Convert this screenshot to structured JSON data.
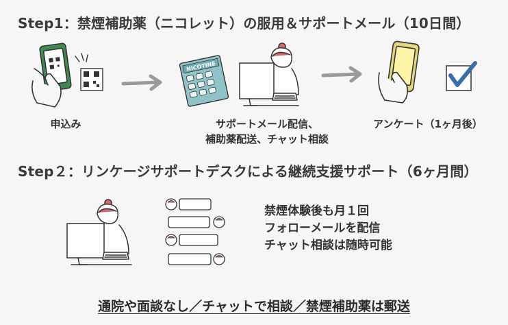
{
  "step1": {
    "heading": "Step1：禁煙補助薬（ニコレット）の服用＆サポートメール（10日間）",
    "items": [
      {
        "label": "申込み"
      },
      {
        "label_line1": "サポートメール配信、",
        "label_line2": "補助薬配送、チャット相談"
      },
      {
        "label": "アンケート（1ヶ月後）"
      }
    ],
    "box_text": "NICOTINE"
  },
  "step2": {
    "heading": "Step２：リンケージサポートデスクによる継続支援サポート（6ヶ月間）",
    "info_lines": [
      "禁煙体験後も月１回",
      "フォローメールを配信",
      "チャット相談は随時可能"
    ]
  },
  "footer": {
    "text": "通院や面談なし／チャットで相談／禁煙補助薬は郵送"
  },
  "colors": {
    "phone_green": "#3e8a4f",
    "phone_yellow": "#e3d77a",
    "box_teal": "#8fc3c8",
    "check_blue": "#3a6fa8",
    "arrow_gray": "#9a9a9a",
    "hair_red": "#d96a6a"
  },
  "icons": [
    "qr-phone-icon",
    "arrow-right-icon",
    "nicotine-box-icon",
    "operator-pc-icon",
    "yellow-phone-icon",
    "checkbox-icon",
    "chat-bubbles-icon"
  ]
}
